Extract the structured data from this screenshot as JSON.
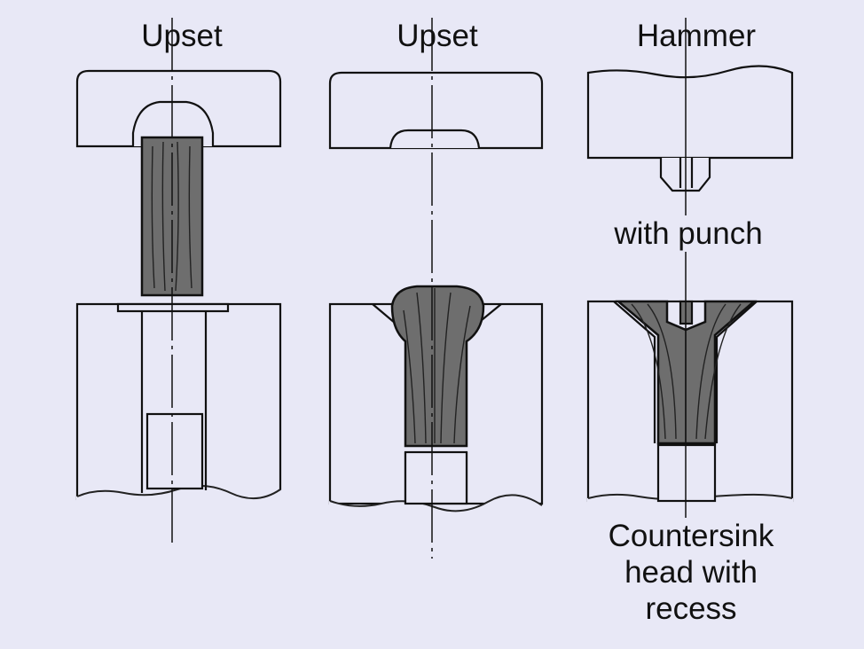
{
  "panels": [
    {
      "title": "Upset"
    },
    {
      "title": "Upset"
    },
    {
      "title": "Hammer",
      "subtitle": "with punch",
      "caption_lines": [
        "Countersink",
        "head with",
        "recess"
      ]
    }
  ],
  "colors": {
    "background": "#e8e8f6",
    "workpiece": "#6e6e6e",
    "line": "#111111"
  }
}
